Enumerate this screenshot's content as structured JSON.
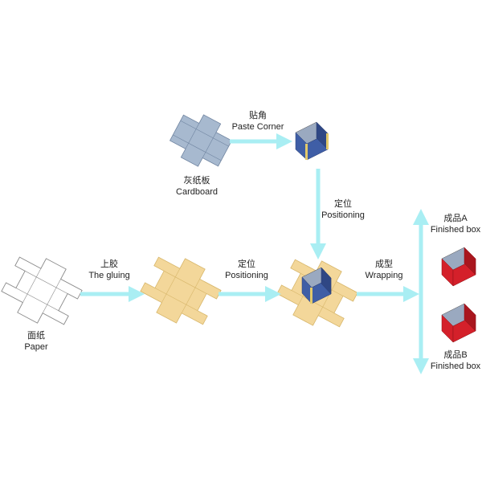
{
  "colors": {
    "arrow": "#a9eef3",
    "paper_fill": "#ffffff",
    "paper_stroke": "#8a8a8a",
    "glued_fill": "#f3d79a",
    "glued_stroke": "#d7b66a",
    "cardboard_fill": "#a7b9cf",
    "cardboard_stroke": "#6f84a0",
    "box_blue": "#3f5ea6",
    "box_inner": "#9aa9c0",
    "box_red": "#d4202a",
    "corner_tape": "#e3c96a"
  },
  "nodes": {
    "paper": {
      "zh": "面纸",
      "en": "Paper"
    },
    "cardboard": {
      "zh": "灰纸板",
      "en": "Cardboard"
    },
    "finished_a": {
      "zh": "成品A",
      "en": "Finished box"
    },
    "finished_b": {
      "zh": "成品B",
      "en": "Finished box"
    }
  },
  "steps": {
    "gluing": {
      "zh": "上胶",
      "en": "The gluing"
    },
    "positioning_1": {
      "zh": "定位",
      "en": "Positioning"
    },
    "paste_corner": {
      "zh": "贴角",
      "en": "Paste Corner"
    },
    "positioning_2": {
      "zh": "定位",
      "en": "Positioning"
    },
    "wrapping": {
      "zh": "成型",
      "en": "Wrapping"
    }
  }
}
